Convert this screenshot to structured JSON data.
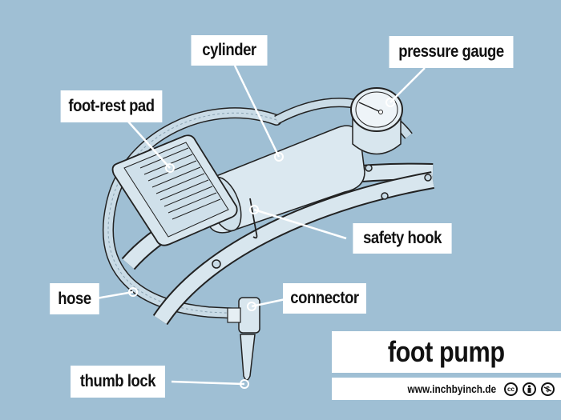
{
  "title": "foot pump",
  "credit": {
    "website": "www.inchbyinch.de",
    "license_icons": [
      "cc-icon",
      "attribution-icon",
      "noncommercial-icon"
    ],
    "cc_text": "cc"
  },
  "labels": {
    "cylinder": "cylinder",
    "pressure_gauge": "pressure gauge",
    "foot_rest_pad": "foot-rest pad",
    "safety_hook": "safety hook",
    "hose": "hose",
    "connector": "connector",
    "thumb_lock": "thumb lock"
  },
  "colors": {
    "background": "#9fbfd4",
    "label_bg": "#ffffff",
    "text": "#111111",
    "leader_line": "#ffffff"
  }
}
